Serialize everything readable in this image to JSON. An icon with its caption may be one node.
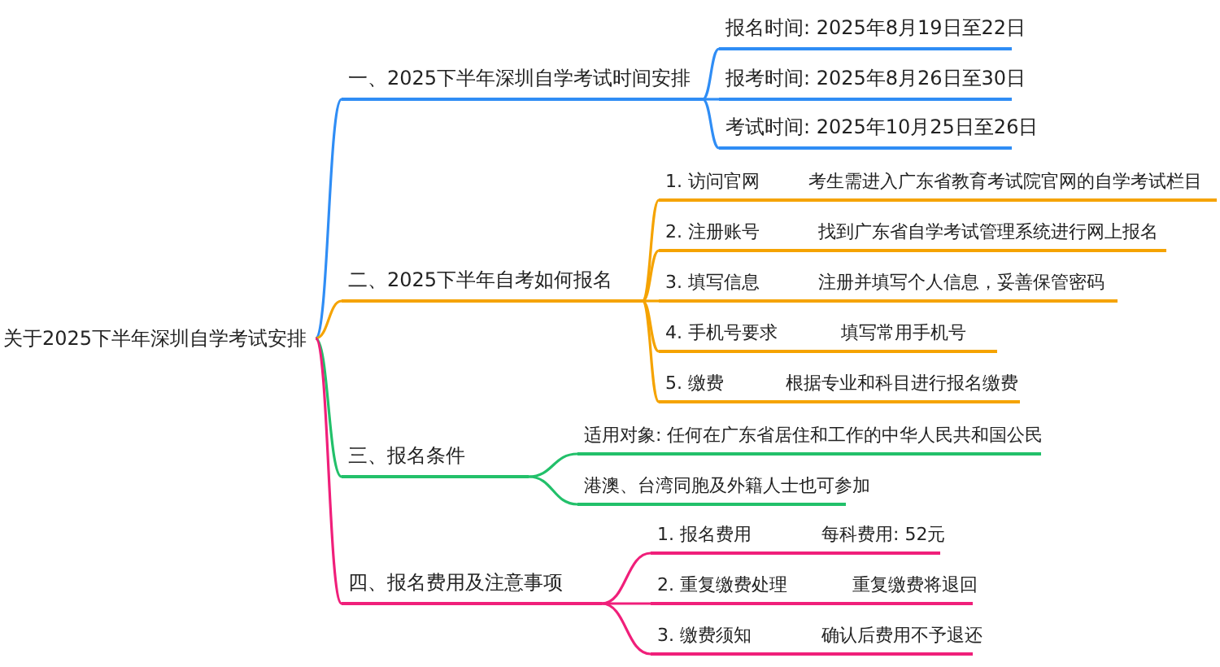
{
  "diagram": {
    "nodes": [
      {
        "text": [
          "关于2025下半年深圳自学考试安排"
        ]
      },
      {
        "text": [
          "一、2025下半年深圳自学考试时间安排"
        ]
      },
      {
        "text": [
          "报名时间: 2025年8月19日至22日"
        ]
      },
      {
        "text": [
          "报考时间: 2025年8月26日至30日"
        ]
      },
      {
        "text": [
          "考试时间: 2025年10月25日至26日"
        ]
      },
      {
        "text": [
          "二、2025下半年自考如何报名"
        ]
      },
      {
        "text": [
          "1. 访问官网",
          "考生需进入广东省教育考试院官网的自学考试栏目"
        ]
      },
      {
        "text": [
          "2. 注册账号",
          "找到广东省自学考试管理系统进行网上报名"
        ]
      },
      {
        "text": [
          "3. 填写信息",
          "注册并填写个人信息，妥善保管密码"
        ]
      },
      {
        "text": [
          "4. 手机号要求",
          "填写常用手机号"
        ]
      },
      {
        "text": [
          "5. 缴费",
          "根据专业和科目进行报名缴费"
        ]
      },
      {
        "text": [
          "三、报名条件"
        ]
      },
      {
        "text": [
          "适用对象: 任何在广东省居住和工作的中华人民共和国公民"
        ]
      },
      {
        "text": [
          "港澳、台湾同胞及外籍人士也可参加"
        ]
      },
      {
        "text": [
          "四、报名费用及注意事项"
        ]
      },
      {
        "text": [
          "1. 报名费用",
          "每科费用: 52元"
        ]
      },
      {
        "text": [
          "2. 重复缴费处理",
          "重复缴费将退回"
        ]
      },
      {
        "text": [
          "3. 缴费须知",
          "确认后费用不予退还"
        ]
      }
    ],
    "edges": [
      {
        "from": 0,
        "to": 1,
        "arrow": "none",
        "color": "#2f8df5"
      },
      {
        "from": 1,
        "to": 2,
        "arrow": "none",
        "color": "#2f8df5"
      },
      {
        "from": 1,
        "to": 3,
        "arrow": "none",
        "color": "#2f8df5"
      },
      {
        "from": 1,
        "to": 4,
        "arrow": "none",
        "color": "#2f8df5"
      },
      {
        "from": 0,
        "to": 5,
        "arrow": "none"
      },
      {
        "from": 5,
        "to": 6,
        "arrow": "none"
      },
      {
        "from": 5,
        "to": 7,
        "arrow": "none"
      },
      {
        "from": 5,
        "to": 8,
        "arrow": "none"
      },
      {
        "from": 5,
        "to": 9,
        "arrow": "none"
      },
      {
        "from": 5,
        "to": 10,
        "arrow": "none"
      },
      {
        "from": 0,
        "to": 11,
        "arrow": "none",
        "color": "#22c06a"
      },
      {
        "from": 11,
        "to": 12,
        "arrow": "none",
        "color": "#22c06a"
      },
      {
        "from": 11,
        "to": 13,
        "arrow": "none",
        "color": "#22c06a"
      },
      {
        "from": 0,
        "to": 14,
        "arrow": "none",
        "color": "#f01f7a"
      },
      {
        "from": 14,
        "to": 15,
        "arrow": "none",
        "color": "#f01f7a"
      },
      {
        "from": 14,
        "to": 16,
        "arrow": "none",
        "color": "#f01f7a"
      },
      {
        "from": 14,
        "to": 17,
        "arrow": "none",
        "color": "#f01f7a"
      }
    ]
  }
}
